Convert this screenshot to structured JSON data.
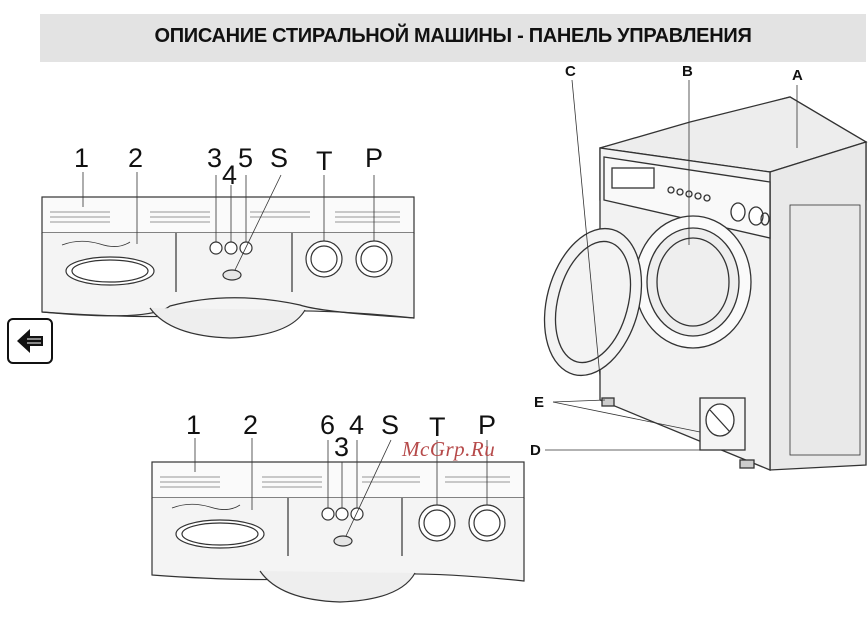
{
  "page": {
    "title": "ОПИСАНИЕ СТИРАЛЬНОЙ МАШИНЫ - ПАНЕЛЬ УПРАВЛЕНИЯ",
    "watermark": "McGrp.Ru"
  },
  "navigation": {
    "back_icon": "arrow-left-icon"
  },
  "panel_top": {
    "labels": [
      "1",
      "2",
      "3",
      "4",
      "5",
      "S",
      "T",
      "P"
    ]
  },
  "panel_bottom": {
    "labels": [
      "1",
      "2",
      "6",
      "3",
      "4",
      "S",
      "T",
      "P"
    ]
  },
  "machine": {
    "labels": [
      "C",
      "B",
      "A",
      "E",
      "D"
    ]
  }
}
